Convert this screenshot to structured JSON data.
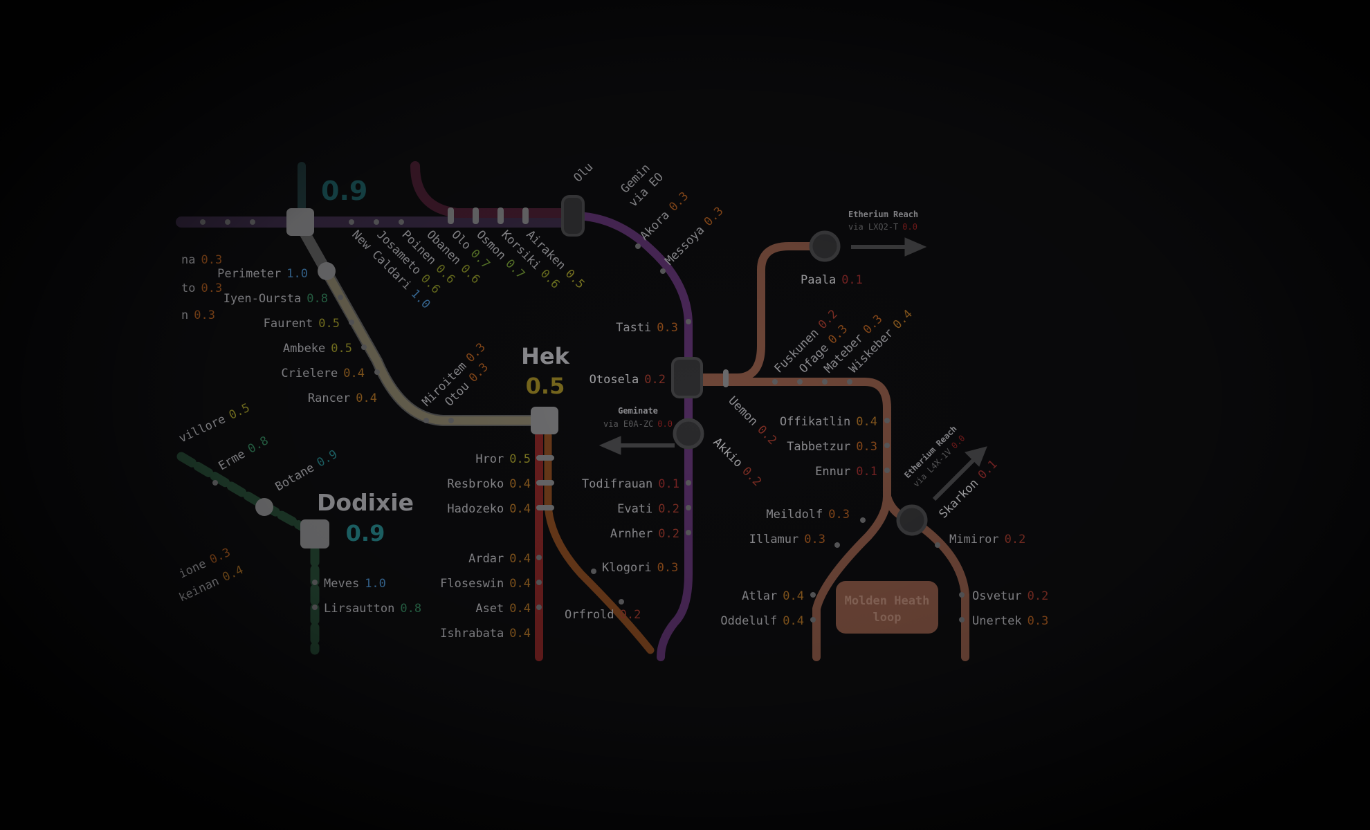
{
  "regions": {
    "hek": {
      "name": "Hek",
      "sec": "0.5"
    },
    "dodixie": {
      "name": "Dodixie",
      "sec": "0.9"
    },
    "corner": {
      "sec": "0.9"
    }
  },
  "colors": {
    "bg": "#0a0a0c",
    "label": "#8e8e92",
    "sec_1_0": "#3a6e9c",
    "sec_0_9": "#1f6a6e",
    "sec_0_8": "#2a6a4a",
    "sec_0_7": "#5c7a2a",
    "sec_0_6": "#6e7420",
    "sec_0_5": "#7f7a22",
    "sec_0_4": "#8a5a1e",
    "sec_0_3": "#8a4a1a",
    "sec_0_2": "#7e2e24",
    "sec_0_1": "#7a2424",
    "sec_0_0": "#7a1c1c",
    "line_purple": "#4a2858",
    "line_copper": "#6e4638",
    "line_olive": "#6a6452",
    "line_grey": "#4a4a4a",
    "line_red": "#6a1e1e",
    "line_orange": "#6a3a1a",
    "line_green": "#1e3a2a",
    "line_dark_purple": "#2e2238",
    "line_maroon": "#3a1828"
  },
  "stations": [
    {
      "id": "perimeter",
      "name": "Perimeter",
      "sec": "1.0"
    },
    {
      "id": "iyen_oursta",
      "name": "Iyen-Oursta",
      "sec": "0.8"
    },
    {
      "id": "faurent",
      "name": "Faurent",
      "sec": "0.5"
    },
    {
      "id": "ambeke",
      "name": "Ambeke",
      "sec": "0.5"
    },
    {
      "id": "crielere",
      "name": "Crielere",
      "sec": "0.4"
    },
    {
      "id": "rancer",
      "name": "Rancer",
      "sec": "0.4"
    },
    {
      "id": "miroitem",
      "name": "Miroitem",
      "sec": "0.3"
    },
    {
      "id": "otou",
      "name": "Otou",
      "sec": "0.3"
    },
    {
      "id": "new_caldari",
      "name": "New Caldari",
      "sec": "1.0"
    },
    {
      "id": "josameto",
      "name": "Josameto",
      "sec": "0.6"
    },
    {
      "id": "poinen",
      "name": "Poinen",
      "sec": "0.6"
    },
    {
      "id": "obanen",
      "name": "Obanen",
      "sec": "0.6"
    },
    {
      "id": "olo",
      "name": "Olo",
      "sec": "0.7"
    },
    {
      "id": "osmon",
      "name": "Osmon",
      "sec": "0.7"
    },
    {
      "id": "korsiki",
      "name": "Korsiki",
      "sec": "0.6"
    },
    {
      "id": "airaken",
      "name": "Airaken",
      "sec": "0.5"
    },
    {
      "id": "akora",
      "name": "Akora",
      "sec": "0.3"
    },
    {
      "id": "messoya",
      "name": "Messoya",
      "sec": "0.3"
    },
    {
      "id": "tasti",
      "name": "Tasti",
      "sec": "0.3"
    },
    {
      "id": "otosela",
      "name": "Otosela",
      "sec": "0.2"
    },
    {
      "id": "uemon",
      "name": "Uemon",
      "sec": "0.2"
    },
    {
      "id": "akkio",
      "name": "Akkio",
      "sec": "0.2"
    },
    {
      "id": "todifrauan",
      "name": "Todifrauan",
      "sec": "0.1"
    },
    {
      "id": "evati",
      "name": "Evati",
      "sec": "0.2"
    },
    {
      "id": "arnher",
      "name": "Arnher",
      "sec": "0.2"
    },
    {
      "id": "klogori",
      "name": "Klogori",
      "sec": "0.3"
    },
    {
      "id": "orfrold",
      "name": "Orfrold",
      "sec": "0.2"
    },
    {
      "id": "hror",
      "name": "Hror",
      "sec": "0.5"
    },
    {
      "id": "resbroko",
      "name": "Resbroko",
      "sec": "0.4"
    },
    {
      "id": "hadozeko",
      "name": "Hadozeko",
      "sec": "0.4"
    },
    {
      "id": "ardar",
      "name": "Ardar",
      "sec": "0.4"
    },
    {
      "id": "floseswin",
      "name": "Floseswin",
      "sec": "0.4"
    },
    {
      "id": "aset",
      "name": "Aset",
      "sec": "0.4"
    },
    {
      "id": "ishrabata",
      "name": "Ishrabata",
      "sec": "0.4"
    },
    {
      "id": "paala",
      "name": "Paala",
      "sec": "0.1"
    },
    {
      "id": "fuskunen",
      "name": "Fuskunen",
      "sec": "0.2"
    },
    {
      "id": "ofage",
      "name": "Ofage",
      "sec": "0.3"
    },
    {
      "id": "mateber",
      "name": "Mateber",
      "sec": "0.3"
    },
    {
      "id": "wiskeber",
      "name": "Wiskeber",
      "sec": "0.4"
    },
    {
      "id": "offikatlin",
      "name": "Offikatlin",
      "sec": "0.4"
    },
    {
      "id": "tabbetzur",
      "name": "Tabbetzur",
      "sec": "0.3"
    },
    {
      "id": "ennur",
      "name": "Ennur",
      "sec": "0.1"
    },
    {
      "id": "meildolf",
      "name": "Meildolf",
      "sec": "0.3"
    },
    {
      "id": "illamur",
      "name": "Illamur",
      "sec": "0.3"
    },
    {
      "id": "atlar",
      "name": "Atlar",
      "sec": "0.4"
    },
    {
      "id": "oddelulf",
      "name": "Oddelulf",
      "sec": "0.4"
    },
    {
      "id": "skarkon",
      "name": "Skarkon",
      "sec": "0.1"
    },
    {
      "id": "mimiror",
      "name": "Mimiror",
      "sec": "0.2"
    },
    {
      "id": "osvetur",
      "name": "Osvetur",
      "sec": "0.2"
    },
    {
      "id": "unertek",
      "name": "Unertek",
      "sec": "0.3"
    },
    {
      "id": "erme",
      "name": "Erme",
      "sec": "0.8"
    },
    {
      "id": "botane",
      "name": "Botane",
      "sec": "0.9"
    },
    {
      "id": "meves",
      "name": "Meves",
      "sec": "1.0"
    },
    {
      "id": "lirsautton",
      "name": "Lirsautton",
      "sec": "0.8"
    }
  ],
  "edge_partials": [
    {
      "id": "na",
      "name": "na",
      "sec": "0.3"
    },
    {
      "id": "to",
      "name": "to",
      "sec": "0.3"
    },
    {
      "id": "n",
      "name": "n",
      "sec": "0.3"
    },
    {
      "id": "villore",
      "name": "villore",
      "sec": "0.5"
    },
    {
      "id": "ione",
      "name": "ione",
      "sec": "0.3"
    },
    {
      "id": "keinan",
      "name": "keinan",
      "sec": "0.4"
    },
    {
      "id": "olu",
      "name": "Olu"
    },
    {
      "id": "gemin",
      "name": "Gemin"
    },
    {
      "id": "via_eo",
      "name": "via EO"
    }
  ],
  "gates": {
    "etherium_reach_top": {
      "title": "Etherium Reach",
      "via": "via LXQ2-T",
      "sec": "0.0"
    },
    "geminate": {
      "title": "Geminate",
      "via": "via E0A-ZC",
      "sec": "0.0"
    },
    "etherium_reach_right": {
      "title": "Etherium Reach",
      "via": "via L4X-1V",
      "sec": "0.0"
    }
  },
  "loop": {
    "title": "Molden Heath",
    "subtitle": "loop"
  }
}
